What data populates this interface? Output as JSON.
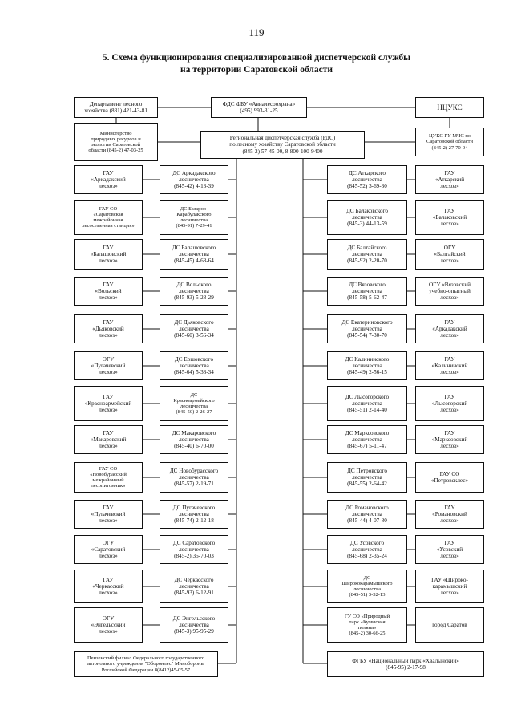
{
  "page_number": "119",
  "title_line1": "5. Схема функционирования специализированной диспетчерской службы",
  "title_line2": "на территории Саратовской области",
  "top": {
    "dept": "Департамент лесного\nхозяйства (831) 421-43-81",
    "fds": "ФДС ФБУ «Авиалесоохрана»\n(495) 993-31-25",
    "ncuks": "НЦУКС",
    "ministry": "Министерство\nприродных ресурсов и\nэкологии Саратовской\nобласти (845-2) 47-03-25",
    "rds": "Региональная диспетчерская служба (РДС)\nпо лесному хозяйству Саратовской области\n(845-2) 57-45-00, 8-800-100-9400",
    "cuks": "ЦУКС ГУ МЧС по\nСаратовской области\n(845-2) 27-70-94"
  },
  "left_orgs": [
    "ГАУ\n«Аркадакский\nлесхоз»",
    "ГАУ СО\n«Саратовская\nмежрайонная\nлесосеменная станция»",
    "ГАУ\n«Балашовский\nлесхоз»",
    "ГАУ\n«Вольский\nлесхоз»",
    "ГАУ\n«Дьяковский\nлесхоз»",
    "ОГУ\n«Пугачевский\nлесхоз»",
    "ГАУ\n«Красноармейский\nлесхоз»",
    "ГАУ\n«Макаровский\nлесхоз»",
    "ГАУ СО\n«Новобурасский\nмежрайонный\nлесопитомник»",
    "ГАУ\n«Пугачевский\nлесхоз»",
    "ОГУ\n«Саратовский\nлесхоз»",
    "ГАУ\n«Черкасский\nлесхоз»",
    "ОГУ\n«Энгельсский\nлесхоз»"
  ],
  "left_ds": [
    "ДС Аркадакского\nлесничества\n(845-42) 4-13-39",
    "ДС Базарно-\nКарабулакского\nлесничества\n(845-91) 7-29-41",
    "ДС Балашовского\nлесничества\n(845-45) 4-68-64",
    "ДС Вольского\nлесничества\n(845-93) 5-28-29",
    "ДС Дьяковского\nлесничества\n(845-60) 3-56-34",
    "ДС Ершовского\nлесничества\n(845-64) 5-38-34",
    "ДС\nКрасноармейского\nлесничества\n(845-50) 2-26-27",
    "ДС Макаровского\nлесничества\n(845-40) 6-70-00",
    "ДС Новобурасского\nлесничества\n(845-57) 2-19-71",
    "ДС Пугачевского\nлесничества\n(845-74) 2-12-18",
    "ДС Саратовского\nлесничества\n(845-2) 35-70-03",
    "ДС Черкасского\nлесничества\n(845-93) 6-12-91",
    "ДС Энгельсского\nлесничества\n(845-3) 95-95-29"
  ],
  "right_ds": [
    "ДС Аткарского\nлесничества\n(845-52) 3-69-30",
    "ДС Балаковского\nлесничества\n(845-3) 44-13-59",
    "ДС Балтайского\nлесничества\n(845-92) 2-20-70",
    "ДС Вязовского\nлесничества\n(845-58) 5-62-47",
    "ДС Екатериновского\nлесничества\n(845-54) 7-30-70",
    "ДС Калининского\nлесничества\n(845-49) 2-56-15",
    "ДС Лысогорского\nлесничества\n(845-51) 2-14-40",
    "ДС Марксовского\nлесничества\n(845-67) 5-11-47",
    "ДС Петровского\nлесничества\n(845-55) 2-64-42",
    "ДС Романовского\nлесничества\n(845-44) 4-07-80",
    "ДС Усовского\nлесничества\n(845-68) 2-35-24",
    "ДС\nШирококарамышского\nлесничества\n(845-51) 3-32-13",
    "ГУ СО «Природный\nпарк «Кумысная\nполяна»\n(845-2) 30-66-25"
  ],
  "right_orgs": [
    "ГАУ\n«Аткарский\nлесхоз»",
    "ГАУ\n«Балаковский\nлесхоз»",
    "ОГУ\n«Балтайский\nлесхоз»",
    "ОГУ «Вязовский\nучебно-опытный\nлесхоз»",
    "ГАУ\n«Аркадакский\nлесхоз»",
    "ГАУ\n«Калининский\nлесхоз»",
    "ГАУ\n«Лысогорский\nлесхоз»",
    "ГАУ\n«Марксовский\nлесхоз»",
    "ГАУ СО\n«Петровсклес»",
    "ГАУ\n«Романовский\nлесхоз»",
    "ГАУ\n«Усовский\nлесхоз»",
    "ГАУ «Широко-\nкарамышский\nлесхоз»",
    "город Саратов"
  ],
  "bottom_left": "Пензенский филиал Федерального государственного\nавтономного учреждения \"Оборонлес\" Минобороны\nРоссийской Федерации 8(8412)45-05-57",
  "bottom_right": "ФГБУ «Национальный парк «Хвалынский»\n(845-95) 2-17-98"
}
